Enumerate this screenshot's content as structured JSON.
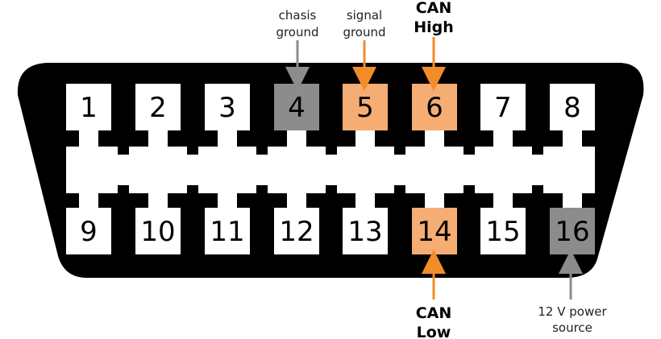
{
  "colors": {
    "connector_body": "#000000",
    "pin_default": "#ffffff",
    "ground": "#8c8c8c",
    "can": "#f5ad74",
    "power": "#8c8c8c",
    "arrow_orange": "#f28c28",
    "arrow_gray": "#8c8c8c"
  },
  "pins": [
    {
      "num": "1",
      "row": "top",
      "type": "default"
    },
    {
      "num": "2",
      "row": "top",
      "type": "default"
    },
    {
      "num": "3",
      "row": "top",
      "type": "default"
    },
    {
      "num": "4",
      "row": "top",
      "type": "ground"
    },
    {
      "num": "5",
      "row": "top",
      "type": "can"
    },
    {
      "num": "6",
      "row": "top",
      "type": "can"
    },
    {
      "num": "7",
      "row": "top",
      "type": "default"
    },
    {
      "num": "8",
      "row": "top",
      "type": "default"
    },
    {
      "num": "9",
      "row": "bottom",
      "type": "default"
    },
    {
      "num": "10",
      "row": "bottom",
      "type": "default"
    },
    {
      "num": "11",
      "row": "bottom",
      "type": "default"
    },
    {
      "num": "12",
      "row": "bottom",
      "type": "default"
    },
    {
      "num": "13",
      "row": "bottom",
      "type": "default"
    },
    {
      "num": "14",
      "row": "bottom",
      "type": "can"
    },
    {
      "num": "15",
      "row": "bottom",
      "type": "default"
    },
    {
      "num": "16",
      "row": "bottom",
      "type": "power"
    }
  ],
  "labels": {
    "pin4": {
      "line1": "chasis",
      "line2": "ground"
    },
    "pin5": {
      "line1": "signal",
      "line2": "ground"
    },
    "pin6": {
      "line1": "CAN",
      "line2": "High"
    },
    "pin14": {
      "line1": "CAN",
      "line2": "Low"
    },
    "pin16": {
      "line1": "12 V power",
      "line2": "source"
    }
  }
}
